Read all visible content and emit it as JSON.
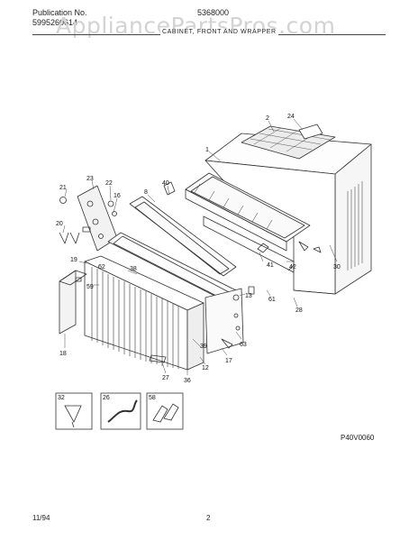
{
  "header": {
    "publication_label": "Publication No.",
    "publication_number": "5995260614",
    "model": "5368000",
    "section_title": "CABINET, FRONT AND WRAPPER"
  },
  "watermark": "AppliancePartsPros.com",
  "callouts": [
    "1",
    "2",
    "24",
    "23",
    "22",
    "21",
    "16",
    "8",
    "40",
    "20",
    "19",
    "62",
    "38",
    "59",
    "13",
    "41",
    "42",
    "30",
    "61",
    "28",
    "63",
    "17",
    "12",
    "39",
    "18",
    "27",
    "36",
    "32",
    "26",
    "58"
  ],
  "insets": [
    "32",
    "26",
    "58"
  ],
  "figure_code": "P40V0060",
  "footer": {
    "date": "11/94",
    "page": "2"
  }
}
